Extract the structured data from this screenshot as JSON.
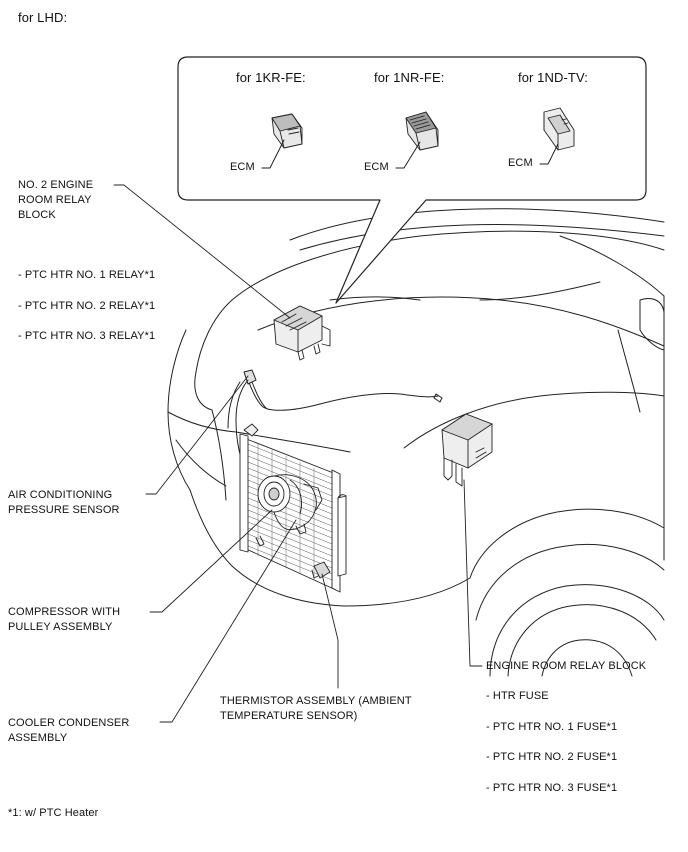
{
  "header": {
    "title": "for LHD:"
  },
  "callout": {
    "engines": [
      {
        "label": "for 1KR-FE:",
        "part": "ECM"
      },
      {
        "label": "for 1NR-FE:",
        "part": "ECM"
      },
      {
        "label": "for 1ND-TV:",
        "part": "ECM"
      }
    ]
  },
  "labels": {
    "no2_relay_block": [
      "NO. 2 ENGINE",
      "ROOM RELAY",
      "BLOCK"
    ],
    "relays": [
      "- PTC HTR NO. 1 RELAY*1",
      "- PTC HTR NO. 2 RELAY*1",
      "- PTC HTR NO. 3 RELAY*1"
    ],
    "ac_pressure_sensor": [
      "AIR CONDITIONING",
      "PRESSURE SENSOR"
    ],
    "compressor": [
      "COMPRESSOR WITH",
      "PULLEY ASSEMBLY"
    ],
    "condenser": [
      "COOLER CONDENSER",
      "ASSEMBLY"
    ],
    "thermistor": [
      "THERMISTOR ASSEMBLY (AMBIENT",
      "TEMPERATURE SENSOR)"
    ],
    "engine_relay_block": "ENGINE ROOM RELAY BLOCK",
    "fuses": [
      "- HTR FUSE",
      "- PTC HTR NO. 1 FUSE*1",
      "- PTC HTR NO. 2 FUSE*1",
      "- PTC HTR NO. 3 FUSE*1"
    ]
  },
  "footnote": "*1: w/ PTC Heater"
}
